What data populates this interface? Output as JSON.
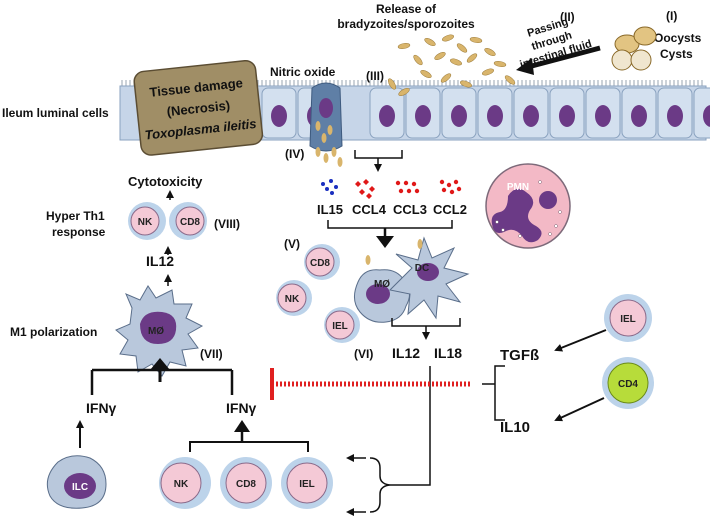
{
  "colors": {
    "epithelium": "#c6d5e8",
    "epithelium_stroke": "#8aa2bf",
    "nucleus": "#6b3a86",
    "parasite": "#d9b56c",
    "lymphocyte_fill": "#f4c9d6",
    "lymphocyte_ring": "#bcd3ea",
    "macrophage": "#b9c8dc",
    "pmn_fill": "#f3b9c6",
    "cd4_fill": "#b7dc3a",
    "necrosis_box": "#a08e66",
    "inhibit_red": "#e02020",
    "il15_dots": "#1a2fbf",
    "chemokine_dots": "#e01818"
  },
  "stages": {
    "s1": "(I)",
    "s2": "(II)",
    "s3": "(III)",
    "s4": "(IV)",
    "s5": "(V)",
    "s6": "(VI)",
    "s7": "(VII)",
    "s8": "(VIII)"
  },
  "labels": {
    "release_line1": "Release of",
    "release_line2": "bradyzoites/sporozoites",
    "passing_line1": "Passing",
    "passing_line2": "through",
    "passing_line3": "intestinal fluid",
    "oocysts": "Oocysts",
    "cysts": "Cysts",
    "nitric_oxide": "Nitric oxide",
    "ileum": "Ileum luminal cells",
    "tissue_damage_line1": "Tissue damage",
    "tissue_damage_line2": "(Necrosis)",
    "tissue_damage_line3": "Toxoplasma ileitis",
    "cytotoxicity": "Cytotoxicity",
    "hyper_th1_line1": "Hyper Th1",
    "hyper_th1_line2": "response",
    "il12_left": "IL12",
    "m1_polarization": "M1 polarization",
    "ifng_left": "IFNγ",
    "ifng_right": "IFNγ",
    "il15": "IL15",
    "ccl4": "CCL4",
    "ccl3": "CCL3",
    "ccl2": "CCL2",
    "il12_mid": "IL12",
    "il18_mid": "IL18",
    "tgfb": "TGFß",
    "il10": "IL10"
  },
  "cells": {
    "nk": "NK",
    "cd8": "CD8",
    "mo": "MØ",
    "iel": "IEL",
    "dc": "DC",
    "pmn": "PMN",
    "ilc": "ILC",
    "cd4": "CD4"
  }
}
